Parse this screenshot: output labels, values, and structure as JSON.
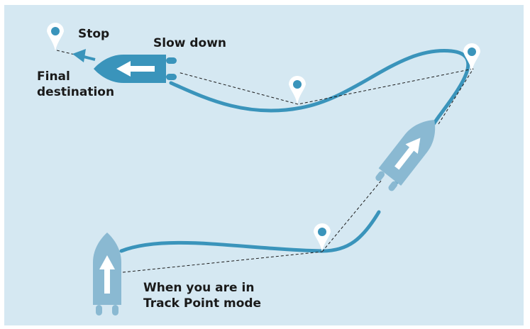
{
  "labels": {
    "stop": "Stop",
    "slow_down": "Slow down",
    "final_destination_line1": "Final",
    "final_destination_line2": "destination",
    "track_point_line1": "When you are in",
    "track_point_line2": "Track Point mode"
  },
  "colors": {
    "background": "#d5e8f2",
    "route": "#3a94bb",
    "boat_active": "#3a94bb",
    "boat_idle": "#8ab9d2",
    "waypoint_fill": "#ffffff",
    "waypoint_dot": "#3a94bb",
    "dashed_line": "#1a1a1a",
    "text": "#1a1a1a"
  },
  "icons": {
    "waypoint": "map-pin-icon",
    "direction": "arrow-icon",
    "boat": "boat-icon"
  }
}
